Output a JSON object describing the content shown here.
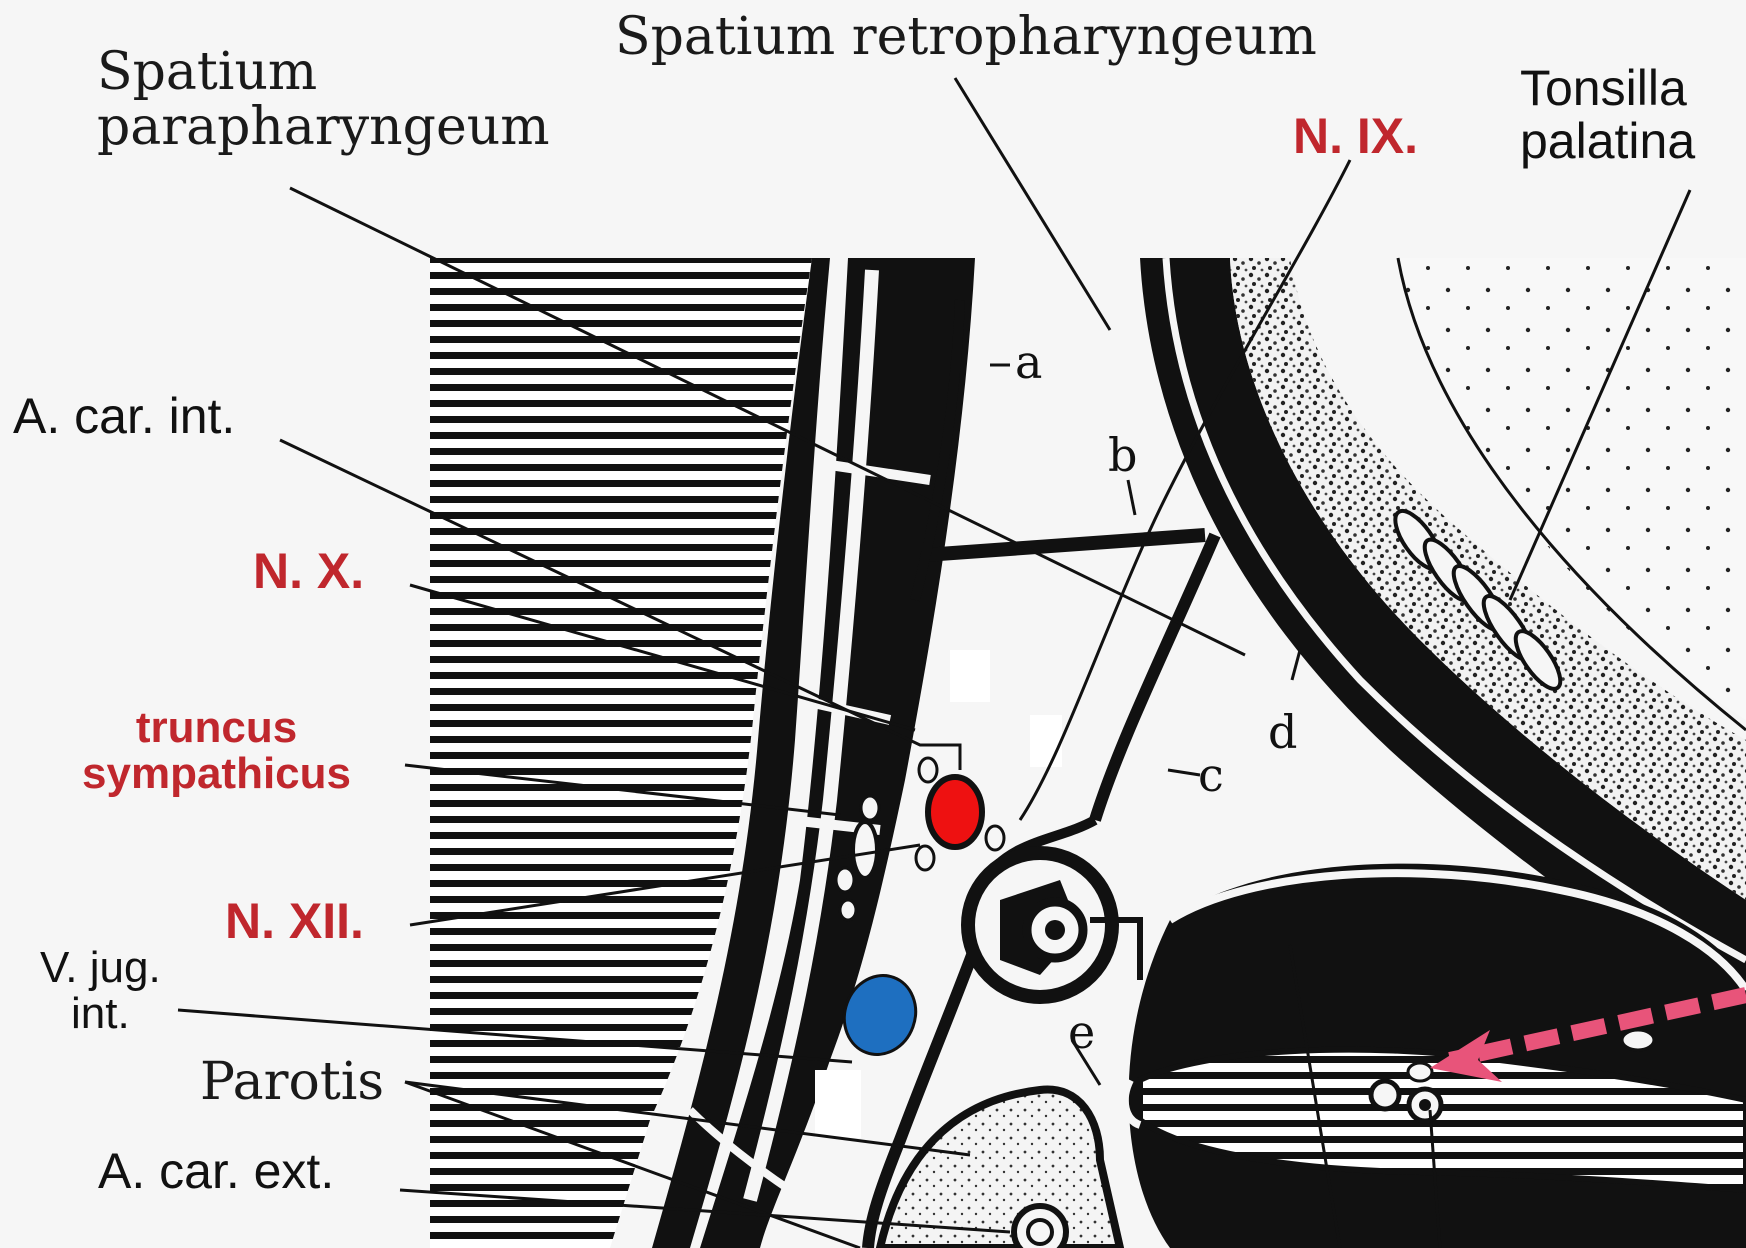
{
  "colors": {
    "nerve_highlight": "#c0272d",
    "artery_fill": "#ee1111",
    "vein_fill": "#1e6fc0",
    "arrow": "#e8547a",
    "ink": "#111111",
    "background": "#f6f6f6"
  },
  "labels": {
    "spatium_para_line1": "Spatium",
    "spatium_para_line2": "parapharyngeum",
    "spatium_retro": "Spatium retropharyngeum",
    "n_ix": "N. IX.",
    "tonsilla_line1": "Tonsilla",
    "tonsilla_line2": "palatina",
    "a_car_int": "A. car. int.",
    "n_x": "N. X.",
    "truncus_line1": "truncus",
    "truncus_line2": "sympathicus",
    "n_xii": "N. XII.",
    "v_jug_line1": "V. jug.",
    "v_jug_line2": "int.",
    "parotis": "Parotis",
    "a_car_ext": "A. car. ext."
  },
  "letters": {
    "a": "a",
    "b": "b",
    "c": "c",
    "d": "d",
    "e": "e"
  }
}
